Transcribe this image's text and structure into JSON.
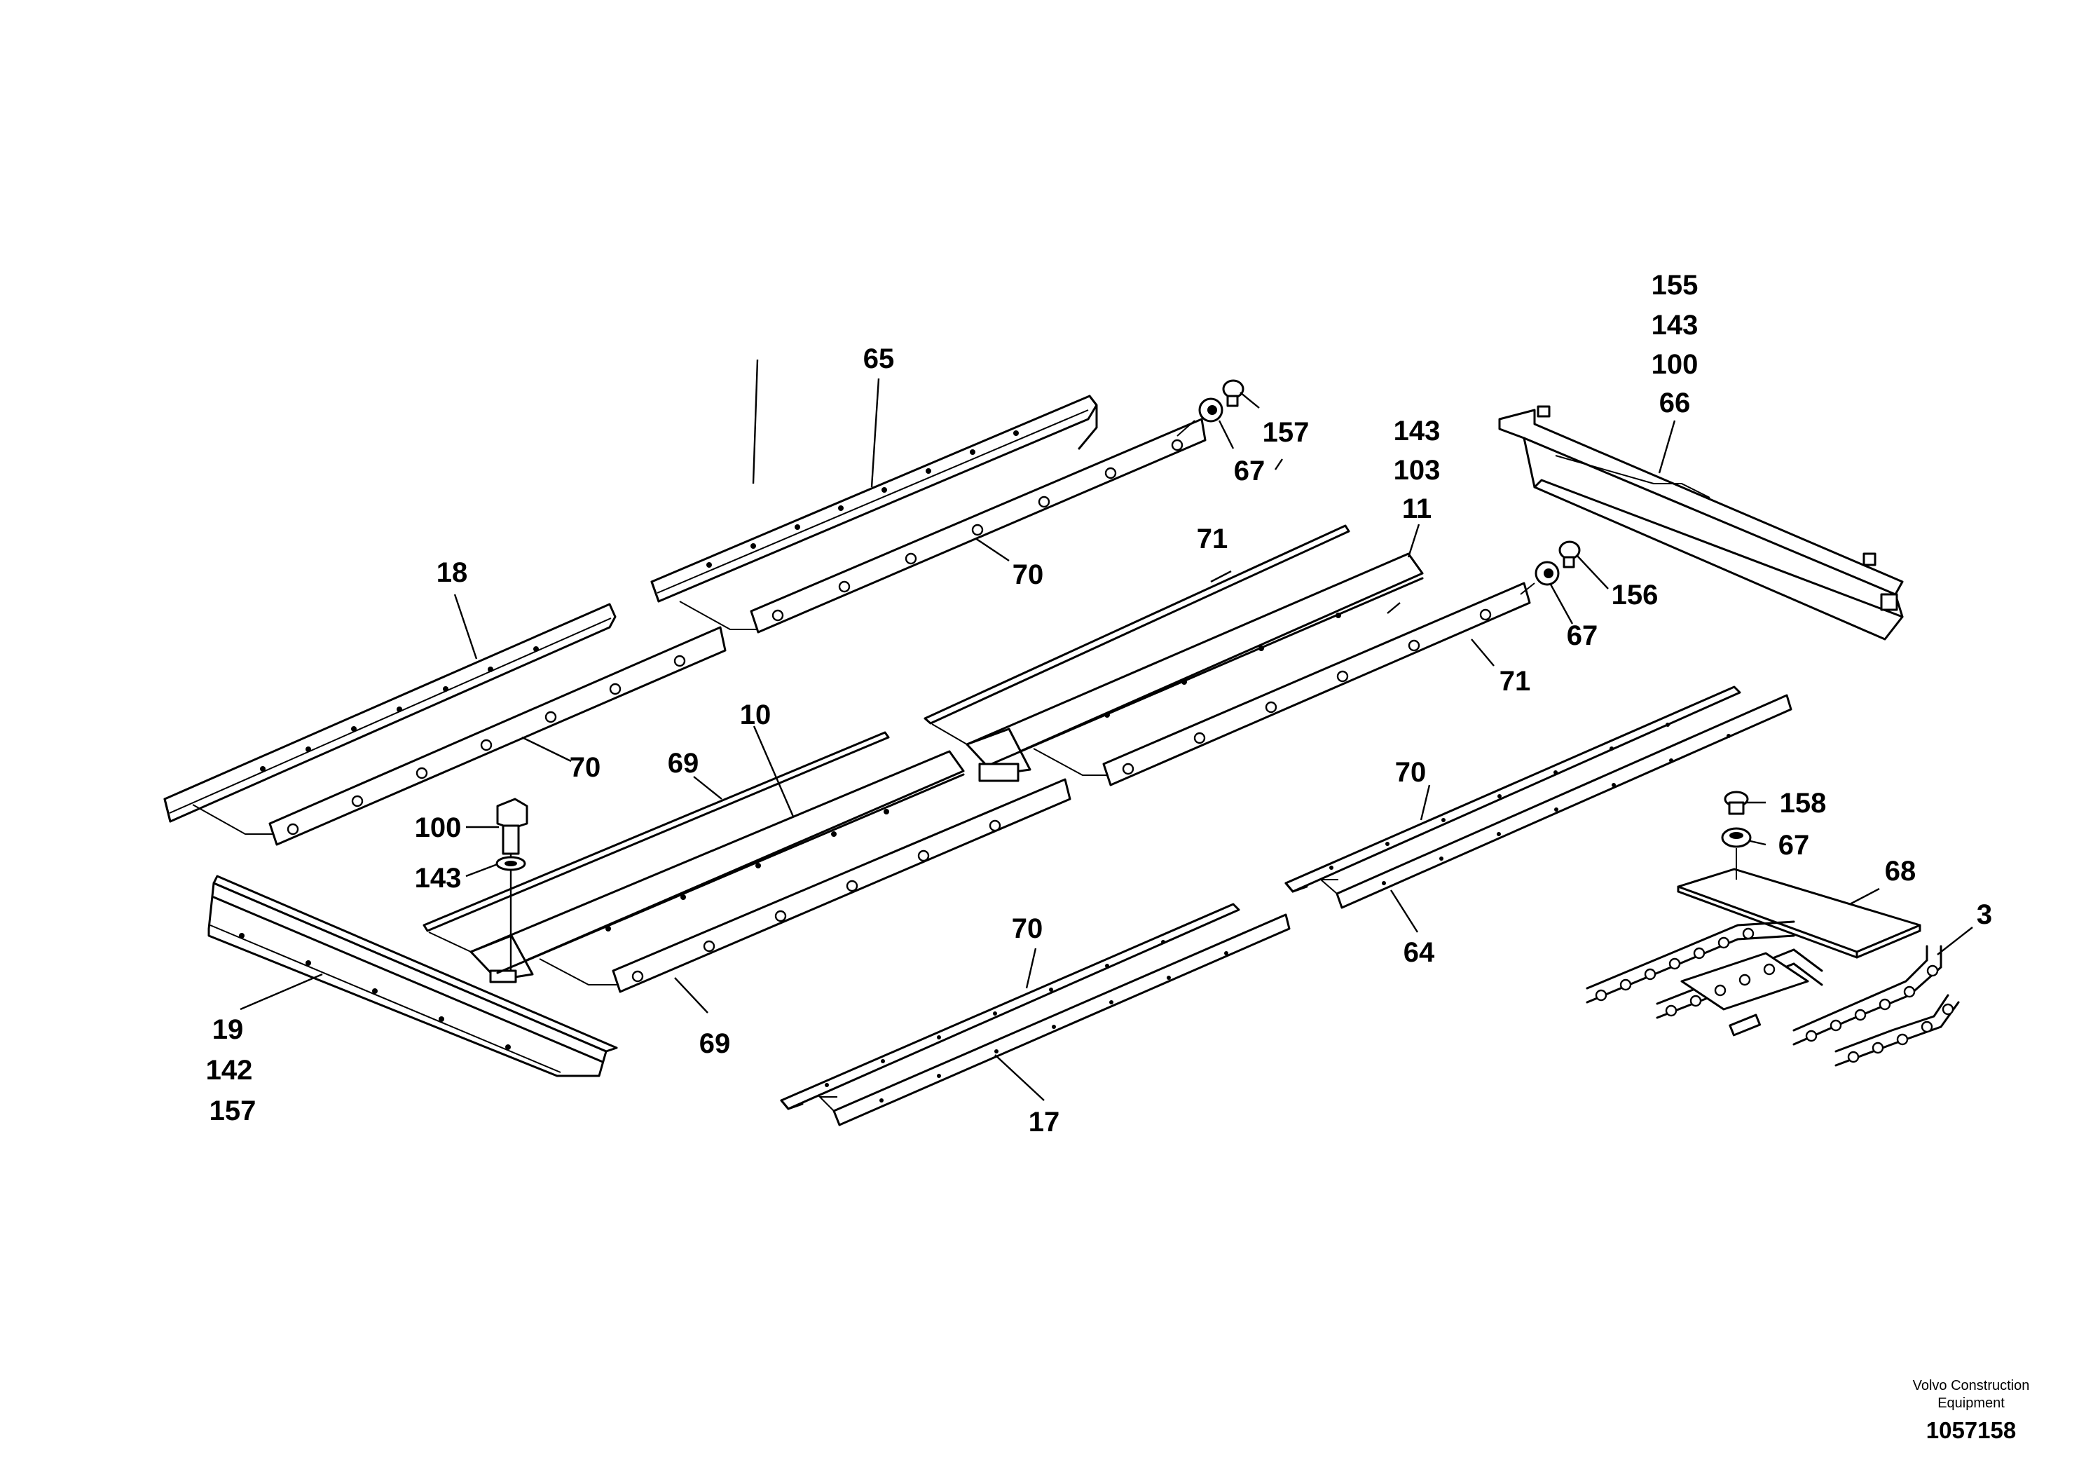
{
  "credits": {
    "line1": "Volvo Construction",
    "line2": "Equipment",
    "drawing_number": "1057158"
  },
  "callouts": {
    "c155": "155",
    "c143_top": "143",
    "c100_top": "100",
    "c66": "66",
    "c65": "65",
    "c157_top": "157",
    "c67_top": "67",
    "c143_mid": "143",
    "c103": "103",
    "c11": "11",
    "c71_top": "71",
    "c70_top": "70",
    "c156": "156",
    "c67_mid": "67",
    "c71_right": "71",
    "c18": "18",
    "c70_left": "70",
    "c10": "10",
    "c69_top": "69",
    "c100_left": "100",
    "c143_left": "143",
    "c69_bottom": "69",
    "c19": "19",
    "c142": "142",
    "c157_bottom": "157",
    "c70_center": "70",
    "c17": "17",
    "c70_right": "70",
    "c64": "64",
    "c158": "158",
    "c67_bottom": "67",
    "c68": "68",
    "c3": "3"
  }
}
